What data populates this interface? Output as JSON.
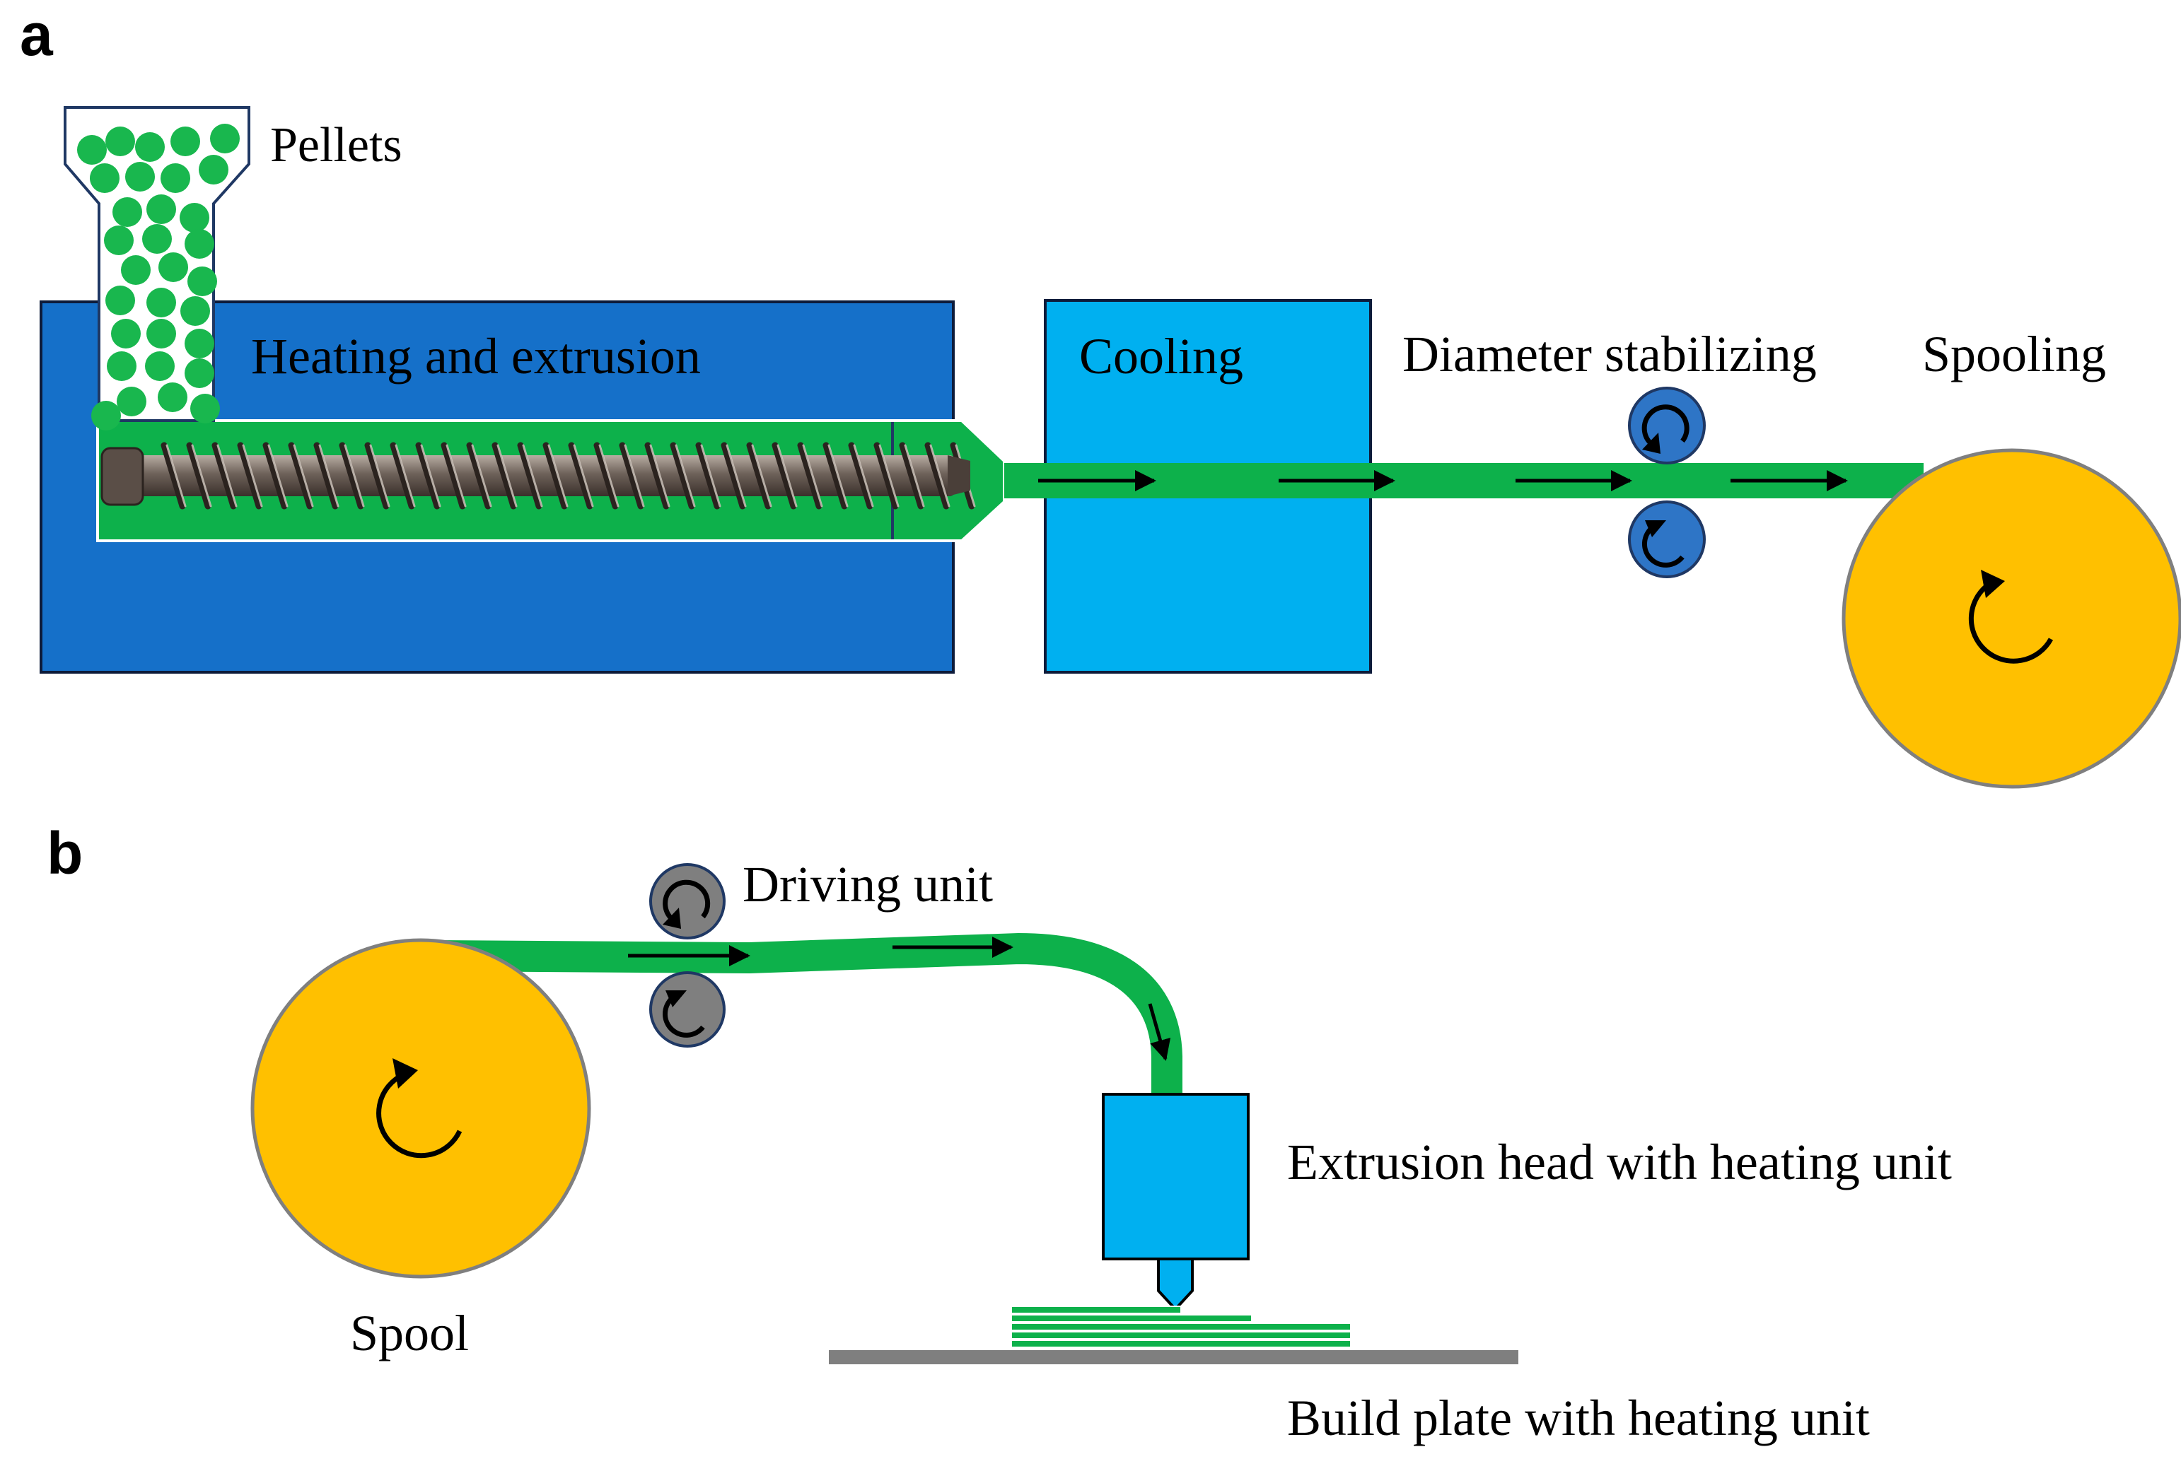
{
  "panels": {
    "a": {
      "letter": "a"
    },
    "b": {
      "letter": "b"
    }
  },
  "labels": {
    "pellets": "Pellets",
    "heating_extrusion": "Heating and extrusion",
    "cooling": "Cooling",
    "diameter_stabilizing": "Diameter stabilizing",
    "spooling": "Spooling",
    "driving_unit": "Driving unit",
    "extrusion_head": "Extrusion head with heating unit",
    "spool": "Spool",
    "build_plate": "Build plate with heating unit"
  },
  "colors": {
    "heating_block": "#1570C9",
    "cooling_block": "#00B0F0",
    "filament_green": "#0DB14B",
    "pellet_green": "#19B74E",
    "spool_yellow": "#FFC000",
    "roller_blue": "#2E75C6",
    "roller_gray": "#7F7F7F",
    "extrusion_head": "#00B0F0",
    "build_plate": "#7F7F7F",
    "outline_navy": "#1F3864",
    "arrow": "#000000"
  },
  "icons": {
    "flow_arrow": "arrow-right-icon",
    "rotation": "rotate-arrow-icon",
    "screw": "extrusion-screw-icon"
  }
}
